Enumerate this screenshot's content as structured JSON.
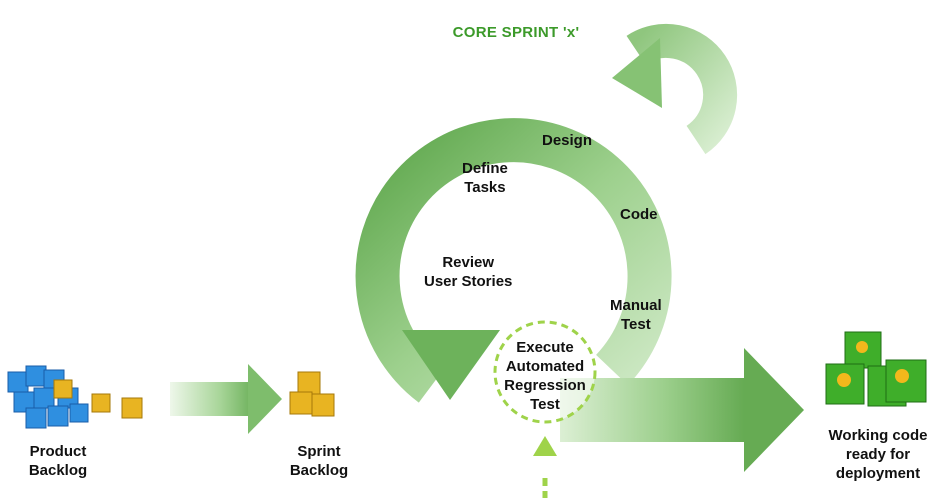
{
  "diagram": {
    "title": "CORE SPRINT 'x'",
    "cycle_steps": [
      {
        "lines": [
          "Design"
        ]
      },
      {
        "lines": [
          "Define",
          "Tasks"
        ]
      },
      {
        "lines": [
          "Code"
        ]
      },
      {
        "lines": [
          "Review",
          "User Stories"
        ]
      },
      {
        "lines": [
          "Manual",
          "Test"
        ]
      },
      {
        "lines": [
          "Execute",
          "Automated",
          "Regression",
          "Test"
        ]
      }
    ],
    "product_backlog": {
      "lines": [
        "Product",
        "Backlog"
      ]
    },
    "sprint_backlog": {
      "lines": [
        "Sprint",
        "Backlog"
      ]
    },
    "output": {
      "lines": [
        "Working code",
        "ready for",
        "deployment"
      ]
    }
  },
  "colors": {
    "arrow_green": "#7bbf6a",
    "arrow_green_light": "#cfe8c4",
    "title_green": "#3c9a2a",
    "blue_cube": "#2f8fe0",
    "yellow_cube": "#e8b422",
    "green_cube": "#3fae2a",
    "dashed_circle": "#9fd34a"
  }
}
